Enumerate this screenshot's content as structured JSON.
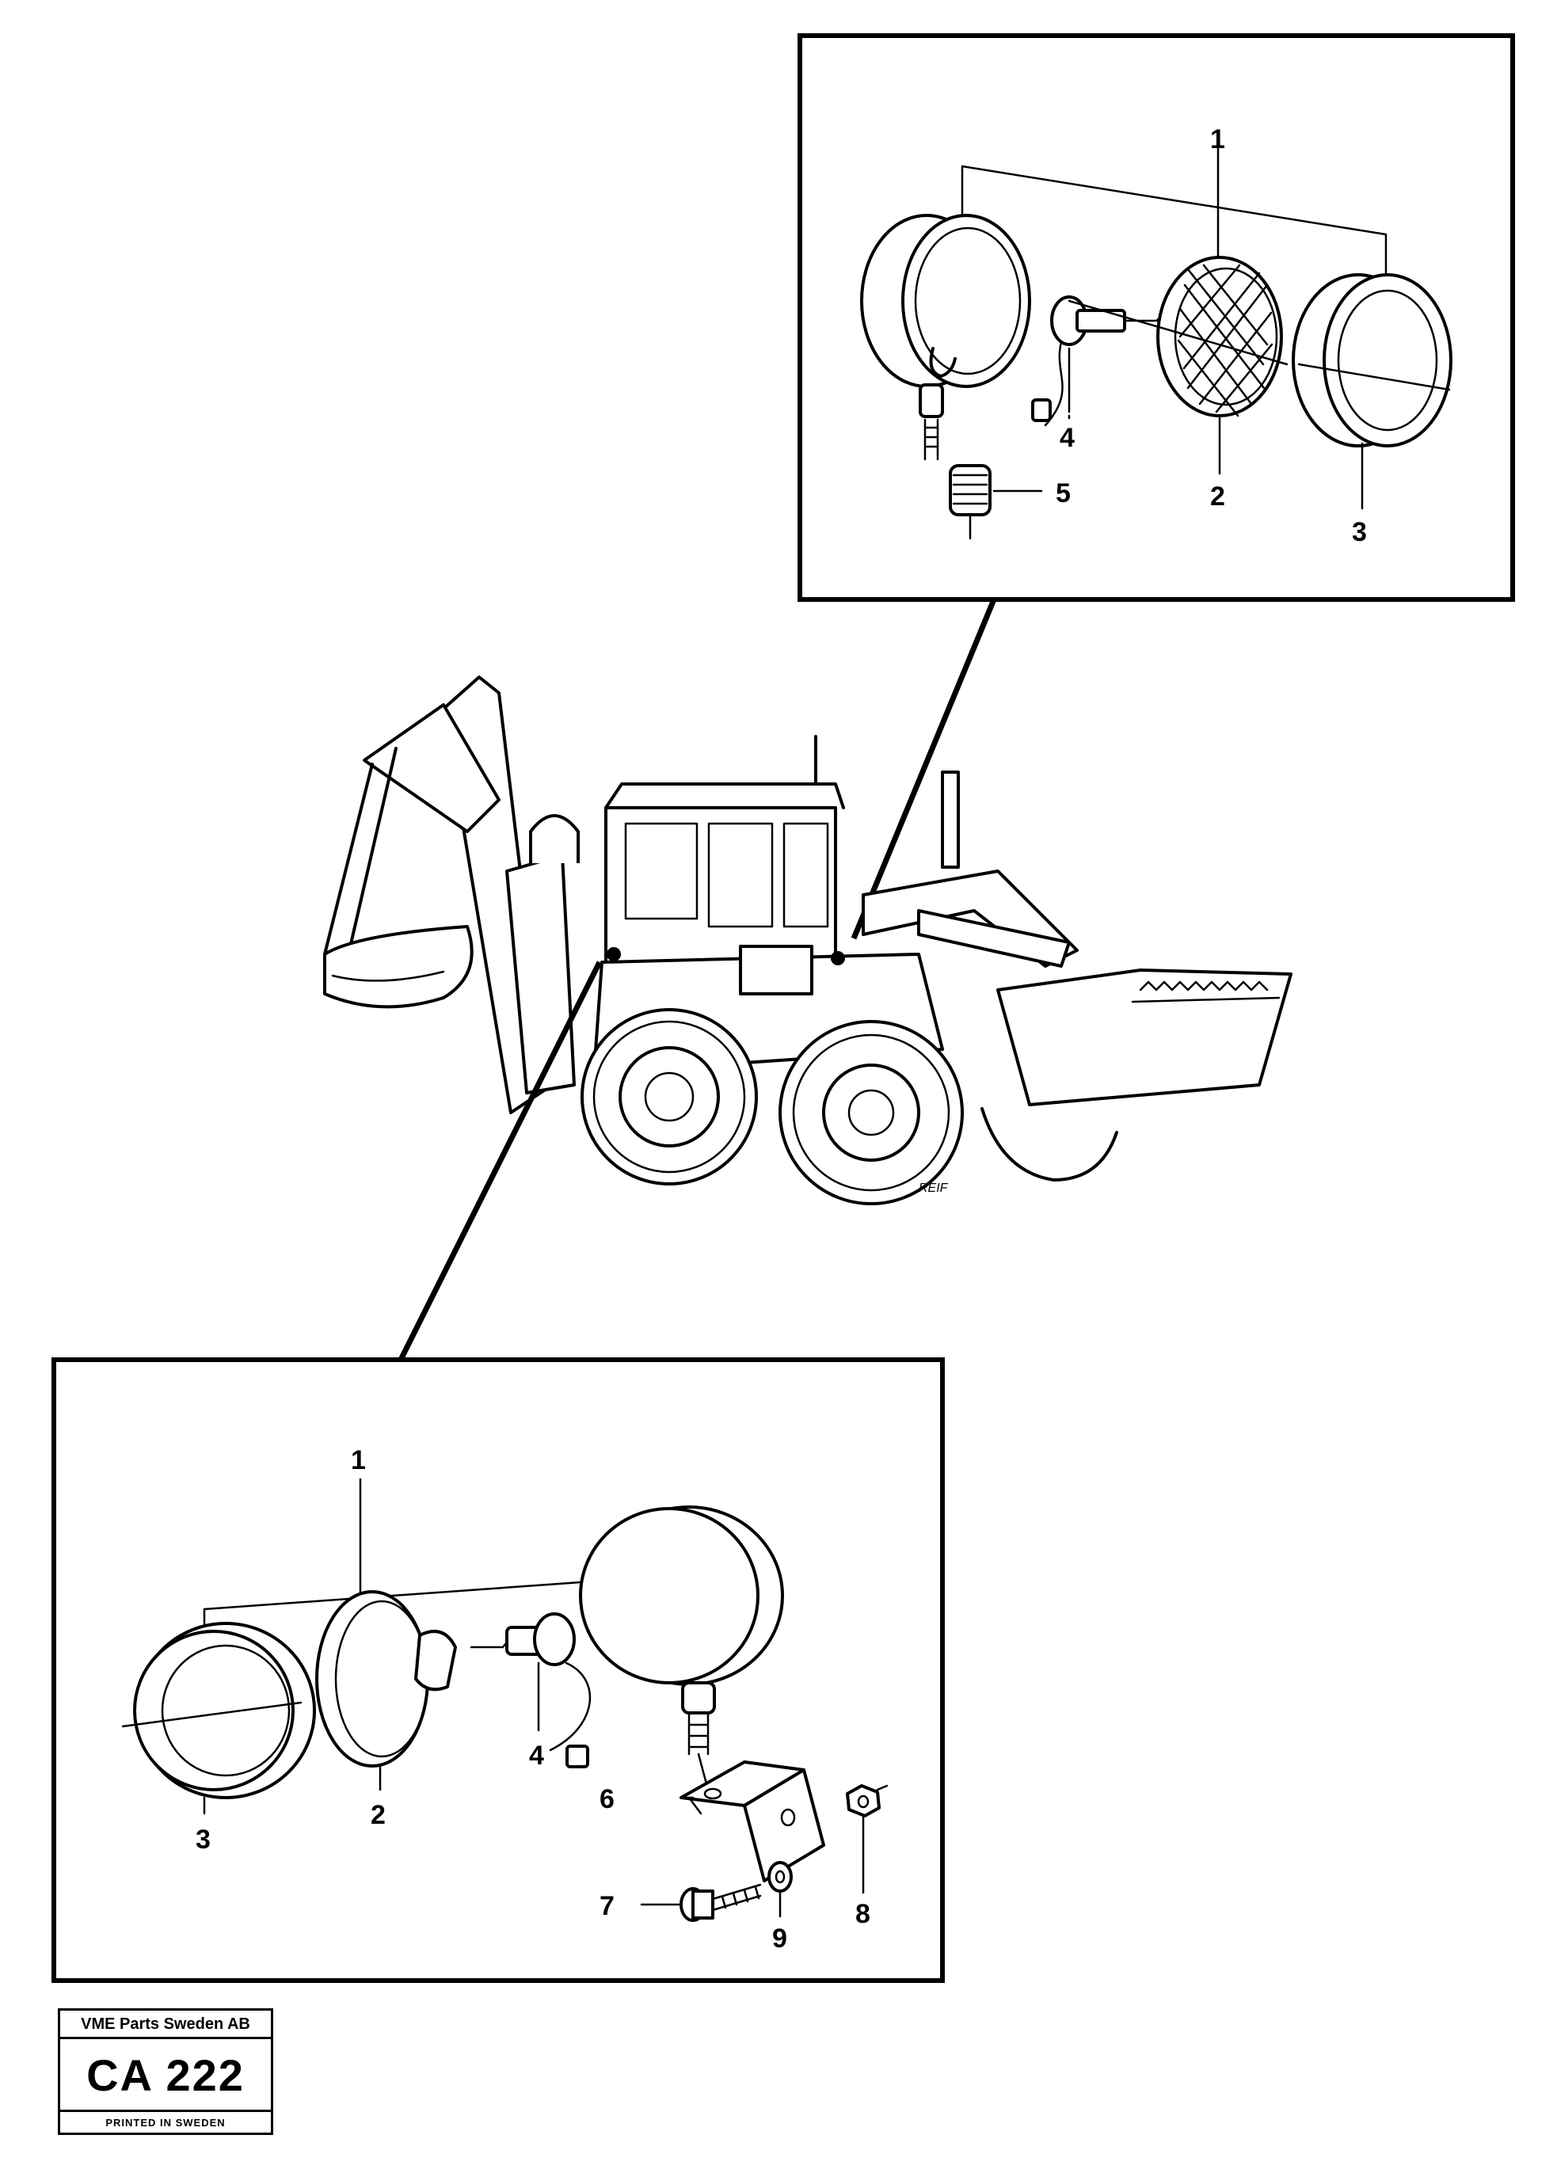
{
  "top_inset": {
    "callouts": [
      "1",
      "2",
      "3",
      "4",
      "5"
    ]
  },
  "bottom_inset": {
    "callouts": [
      "1",
      "2",
      "3",
      "4",
      "6",
      "7",
      "8",
      "9"
    ]
  },
  "machine": {
    "signature": "REIF"
  },
  "stamp": {
    "company": "VME Parts Sweden AB",
    "code": "CA 222",
    "printed": "PRINTED IN SWEDEN"
  }
}
